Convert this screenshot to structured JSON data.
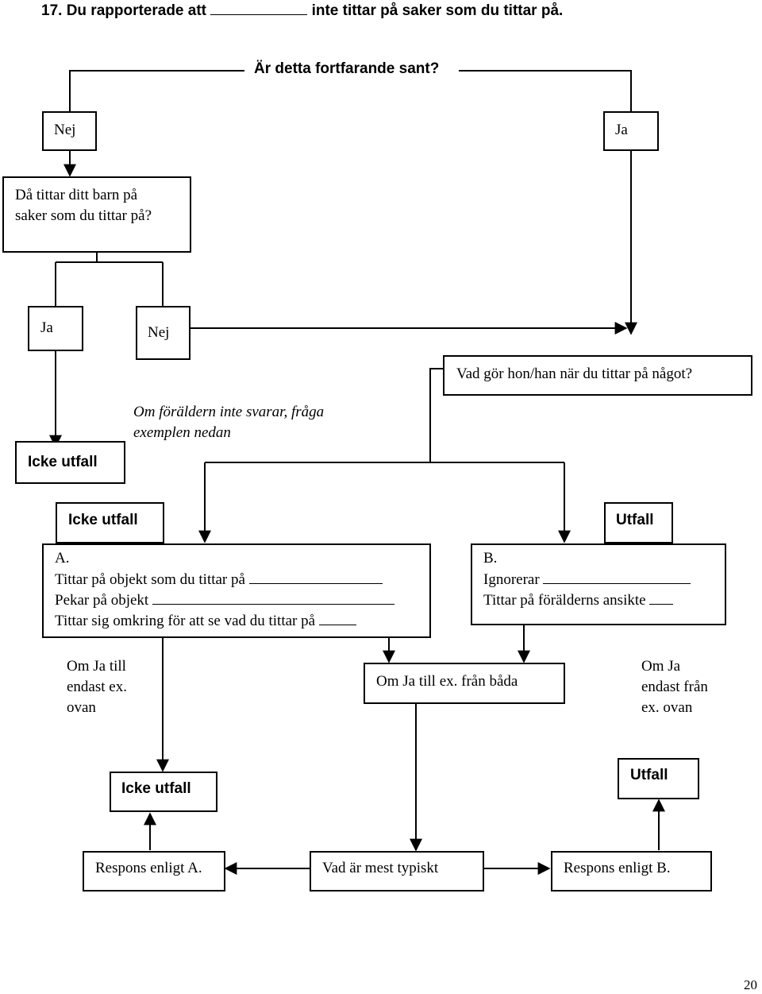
{
  "question": {
    "number_text": "17. Du rapporterade att",
    "rest_text": "inte tittar på saker som du tittar på."
  },
  "q1": "Är detta fortfarande sant?",
  "nej1": "Nej",
  "ja1": "Ja",
  "q2": {
    "line1": "Då tittar ditt barn på",
    "line2": "saker som du tittar på?"
  },
  "ja2": "Ja",
  "nej2": "Nej",
  "q3": "Vad gör hon/han när du tittar på något?",
  "note": {
    "line1": "Om föräldern inte svarar, fråga",
    "line2": "exemplen nedan"
  },
  "icke_utfall_1": "Icke utfall",
  "icke_utfall_2": "Icke utfall",
  "utfall_1": "Utfall",
  "box_a": {
    "label": "A.",
    "item1": "Tittar på objekt som du tittar på",
    "item2": "Pekar på objekt",
    "item3": "Tittar sig omkring för att se vad du tittar på"
  },
  "box_b": {
    "label": "B.",
    "item1": "Ignorerar",
    "item2": "Tittar på förälderns ansikte"
  },
  "om_ja_a": {
    "line1": "Om Ja till",
    "line2": "endast ex.",
    "line3": "ovan"
  },
  "om_ja_both": "Om Ja till ex. från båda",
  "om_ja_b": {
    "line1": "Om Ja",
    "line2": "endast från",
    "line3": "ex. ovan"
  },
  "icke_utfall_3": "Icke utfall",
  "utfall_2": "Utfall",
  "respons_a": "Respons enligt A.",
  "vad_typiskt": "Vad är mest typiskt",
  "respons_b": "Respons enligt B.",
  "page_number": "20"
}
